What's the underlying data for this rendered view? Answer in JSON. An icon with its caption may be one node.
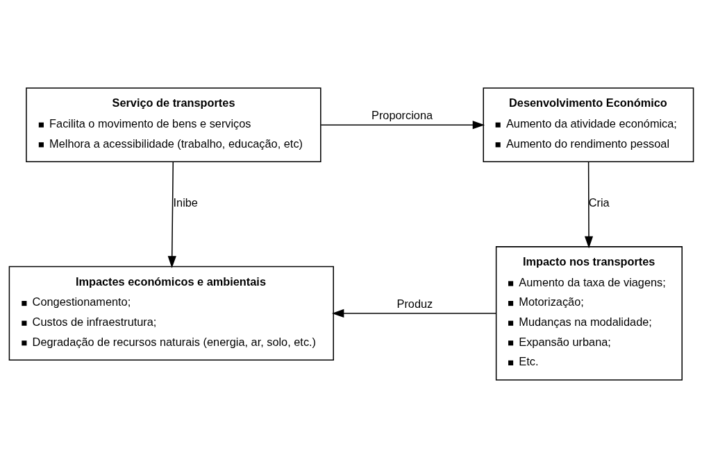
{
  "diagram": {
    "nodes": [
      {
        "text": [
          "Serviço de transportes",
          "Facilita o movimento de bens e serviços",
          "Melhora a acessibilidade (trabalho, educação, etc)"
        ]
      },
      {
        "text": [
          "Desenvolvimento Económico",
          "Aumento da atividade económica;",
          "Aumento do rendimento pessoal"
        ]
      },
      {
        "text": [
          "Impactes económicos e ambientais",
          "Congestionamento;",
          "Custos de infraestrutura;",
          "Degradação de recursos naturais (energia, ar, solo, etc.)"
        ]
      },
      {
        "text": [
          "Impacto nos transportes",
          "Aumento da taxa de viagens;",
          "Motorização;",
          "Mudanças na modalidade;",
          "Expansão urbana;",
          "Etc."
        ]
      }
    ],
    "edges": [
      {
        "from": 0,
        "to": 1,
        "arrow": "to",
        "label": "Proporciona"
      },
      {
        "from": 0,
        "to": 2,
        "arrow": "to",
        "label": "Inibe"
      },
      {
        "from": 1,
        "to": 3,
        "arrow": "to",
        "label": "Cria"
      },
      {
        "from": 3,
        "to": 2,
        "arrow": "to",
        "label": "Produz"
      }
    ]
  }
}
